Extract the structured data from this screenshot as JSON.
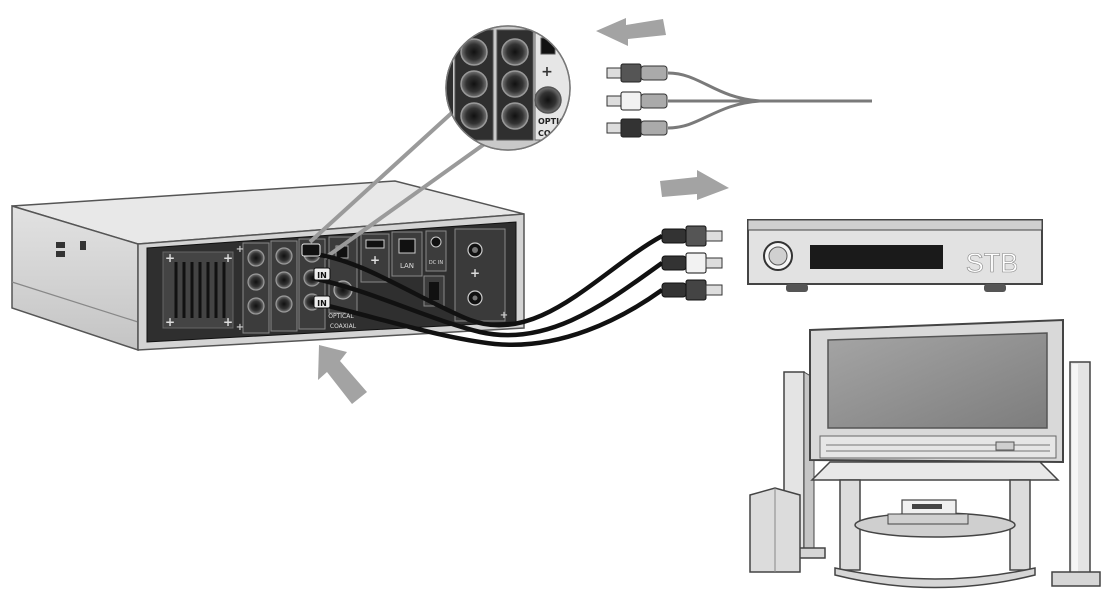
{
  "diagram": {
    "stb_label": "STB",
    "inset_label_optical": "OPTICA",
    "inset_label_coax": "COA",
    "inset_label_plus": "+",
    "panel_label_optical": "OPTICAL",
    "panel_label_coaxial": "COAXIAL",
    "panel_label_lan": "LAN",
    "panel_label_plus": "+",
    "panel_label_dc": "DC IN",
    "plug_label_top": "IN",
    "plug_label_bottom": "IN"
  },
  "colors": {
    "arrow_gray": "#a3a3a3",
    "device_body": "#d9d9d9",
    "device_top": "#e6e6e6",
    "panel_dark": "#2b2b2b",
    "cable_black": "#111111",
    "stb_body": "#e2e2e2",
    "stb_display": "#1a1a1a",
    "tv_frame": "#dadada",
    "tv_screen": "#8f8f8f"
  },
  "icons": {
    "arrow_top": "arrow-left-icon",
    "arrow_middle": "arrow-right-icon",
    "arrow_bottom": "arrow-up-icon"
  }
}
